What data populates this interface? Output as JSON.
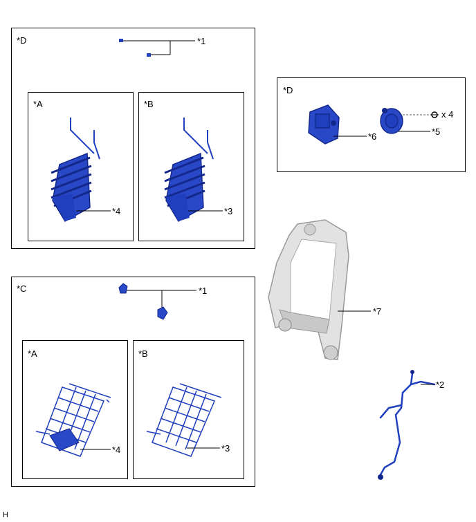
{
  "diagram": {
    "boxes": {
      "d_top": {
        "label": "*D"
      },
      "d_top_a": {
        "label": "*A"
      },
      "d_top_b": {
        "label": "*B"
      },
      "d_right": {
        "label": "*D"
      },
      "c_bottom": {
        "label": "*C"
      },
      "c_bottom_a": {
        "label": "*A"
      },
      "c_bottom_b": {
        "label": "*B"
      }
    },
    "callouts": {
      "d_top_1": "*1",
      "d_top_a_4": "*4",
      "d_top_b_3": "*3",
      "d_right_6": "*6",
      "d_right_5": "*5",
      "d_right_qty": "x 4",
      "frame_7": "*7",
      "c_bottom_1": "*1",
      "c_bottom_a_4": "*4",
      "c_bottom_b_3": "*3",
      "harness_2": "*2"
    },
    "corner_mark": "H",
    "colors": {
      "part_blue": "#1f3fbf",
      "part_dark": "#14288c",
      "frame_gray": "#d8d8d8",
      "line": "#000000"
    }
  }
}
